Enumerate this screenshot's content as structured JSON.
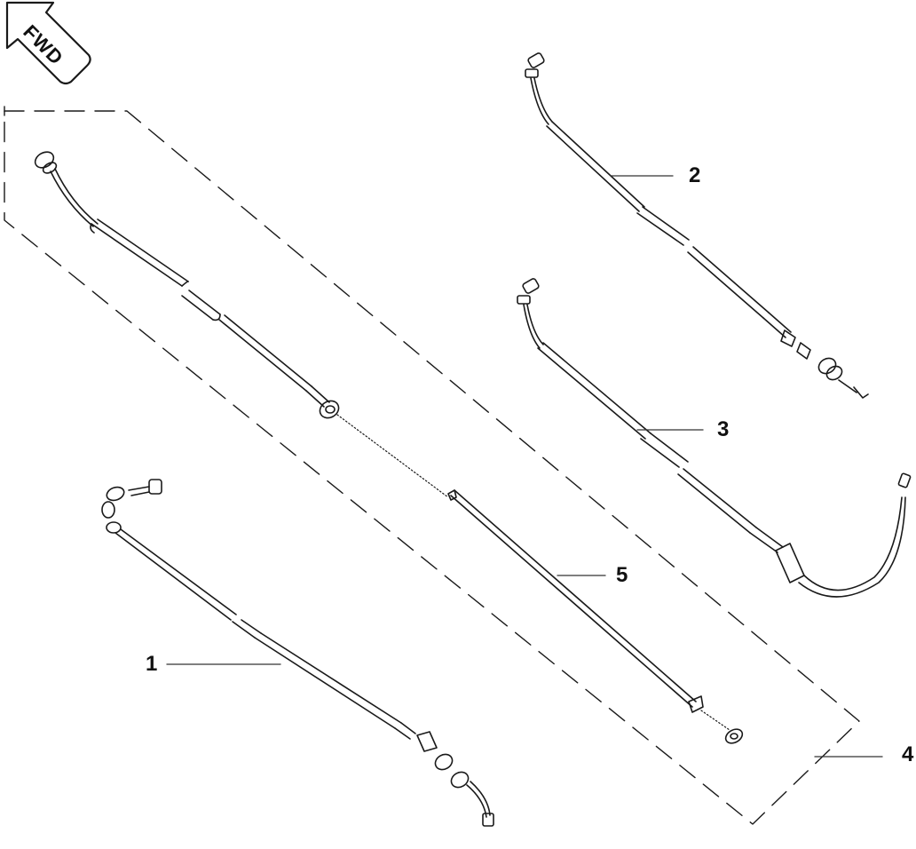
{
  "diagram": {
    "type": "exploded-parts-diagram",
    "direction_indicator": {
      "label": "FWD",
      "icon": "arrow-up-left-icon"
    },
    "colors": {
      "line": "#1a1a1a",
      "background": "#ffffff",
      "leader": "#333333"
    },
    "callouts": [
      {
        "id": "1",
        "label": "1",
        "part": "cable-1"
      },
      {
        "id": "2",
        "label": "2",
        "part": "cable-2"
      },
      {
        "id": "3",
        "label": "3",
        "part": "cable-3"
      },
      {
        "id": "4",
        "label": "4",
        "part": "cable-assembly-group"
      },
      {
        "id": "5",
        "label": "5",
        "part": "inner-cable-5"
      }
    ]
  }
}
